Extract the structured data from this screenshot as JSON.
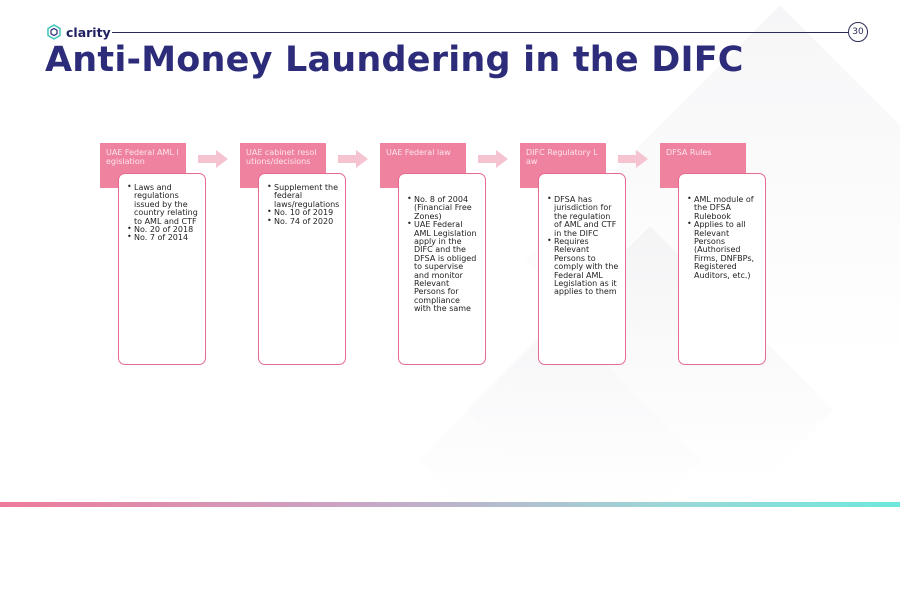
{
  "brand": {
    "logo_text": "clarity",
    "logo_icon": "hexagon-logo-icon"
  },
  "page_number": "30",
  "title": "Anti-Money Laundering in the DIFC",
  "colors": {
    "title": "#2c2c7a",
    "header_box": "#ee829f",
    "body_border": "#e56a92",
    "arrow": "#f6c3d0"
  },
  "steps": [
    {
      "header": "UAE Federal AML legislation",
      "bullets": [
        "Laws and regulations issued by the country relating to AML and CTF",
        "No. 20 of 2018",
        "No. 7 of 2014"
      ]
    },
    {
      "header": "UAE cabinet resolutions/decisions",
      "bullets": [
        "Supplement the federal laws/regulations",
        "No. 10 of 2019",
        "No. 74 of 2020"
      ]
    },
    {
      "header": "UAE Federal law",
      "bullets": [
        "No. 8 of 2004 (Financial Free Zones)",
        "UAE Federal AML Legislation apply in the DIFC and the DFSA is obliged to supervise and monitor Relevant Persons for compliance with the same"
      ]
    },
    {
      "header": "DIFC Regulatory Law",
      "bullets": [
        "DFSA has jurisdiction for the regulation of AML and CTF in the DIFC",
        "Requires Relevant Persons to comply with the Federal AML Legislation as it applies to them"
      ]
    },
    {
      "header": "DFSA Rules",
      "bullets": [
        "AML module of the DFSA Rulebook",
        "Applies to all Relevant Persons (Authorised Firms, DNFBPs, Registered Auditors, etc.)"
      ]
    }
  ]
}
